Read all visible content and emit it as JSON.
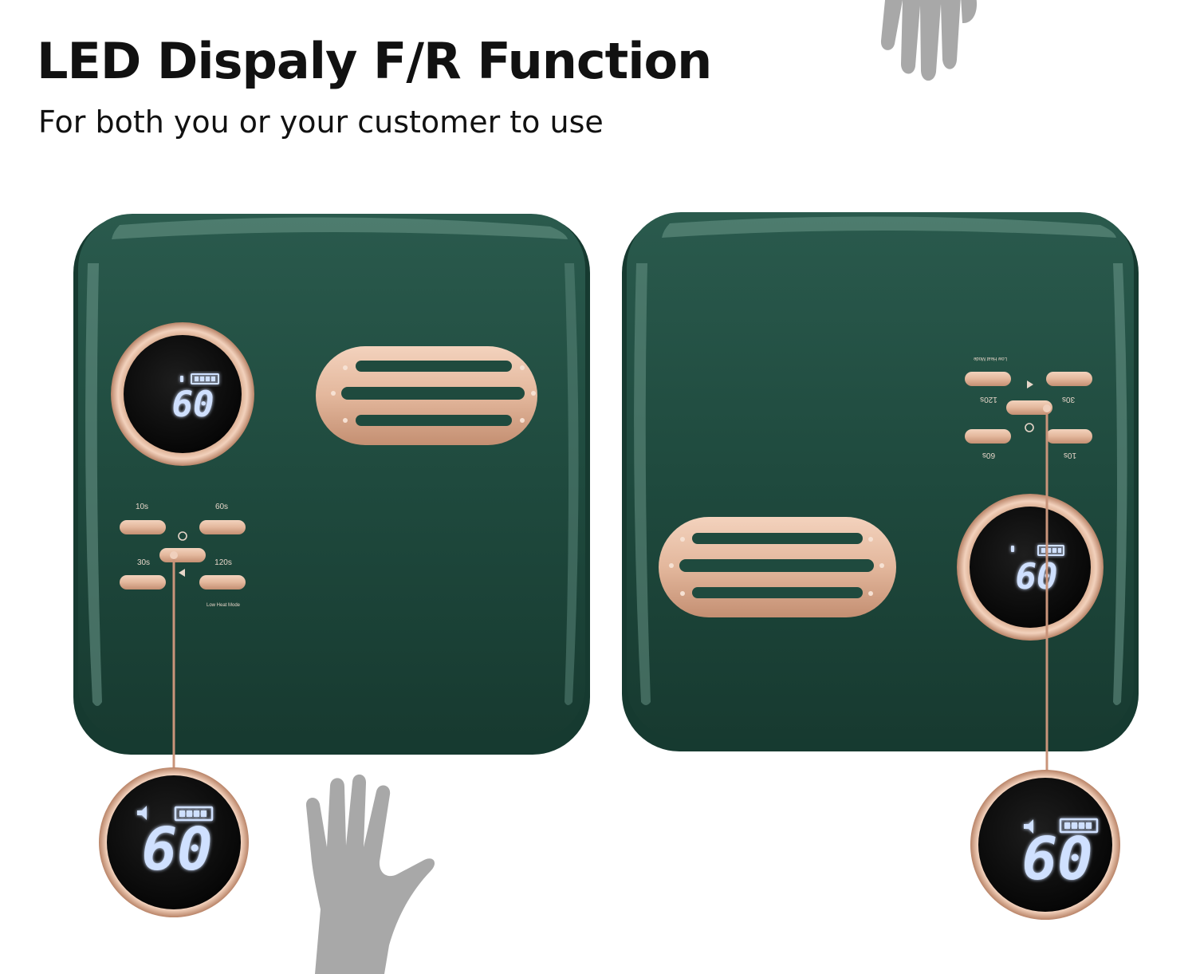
{
  "headline": {
    "title": "LED Dispaly F/R Function",
    "subtitle": "For both you or your customer to use"
  },
  "colors": {
    "device_green": "#1f4a3e",
    "rose_gold": "#e3b79c",
    "display_black": "#0f0f0f",
    "led_glow": "#cfe0ff",
    "hand_gray": "#a8a8a8"
  },
  "left_device": {
    "display_value": "60",
    "timer_buttons": [
      "10s",
      "60s",
      "30s",
      "120s"
    ],
    "mode_label": "Low Heat Mode"
  },
  "right_device": {
    "display_value": "60",
    "timer_buttons": [
      "10s",
      "60s",
      "30s",
      "120s"
    ],
    "mode_label": "Low Heat Mode"
  },
  "zoom_left": {
    "display_value": "60"
  },
  "zoom_right": {
    "display_value": "60"
  },
  "icons": [
    "hand-icon",
    "speaker-icon",
    "battery-icon",
    "power-icon",
    "play-icon"
  ]
}
